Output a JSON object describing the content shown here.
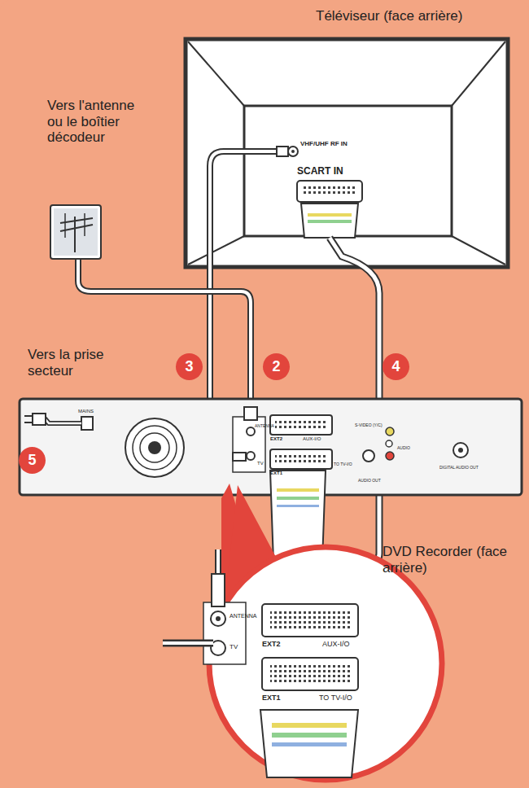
{
  "diagram": {
    "labels": [
      "Téléviseur (face arrière)",
      "Vers l'antenne ou le boîtier décodeur",
      "Vers la prise secteur",
      "DVD Recorder (face arrière)",
      "3",
      "2",
      "4",
      "5",
      "VHF/UHF RF IN",
      "SCART IN",
      "MAINS",
      "ANTENNA",
      "TV",
      "EXT2",
      "AUX-I/O",
      "EXT1",
      "TO TV-I/O",
      "S-VIDEO (Y/C)",
      "AUDIO",
      "AUDIO OUT",
      "DIGITAL AUDIO OUT",
      "ANTENNA",
      "TV",
      "EXT2",
      "AUX-I/O",
      "EXT1",
      "TO TV-I/O"
    ]
  }
}
